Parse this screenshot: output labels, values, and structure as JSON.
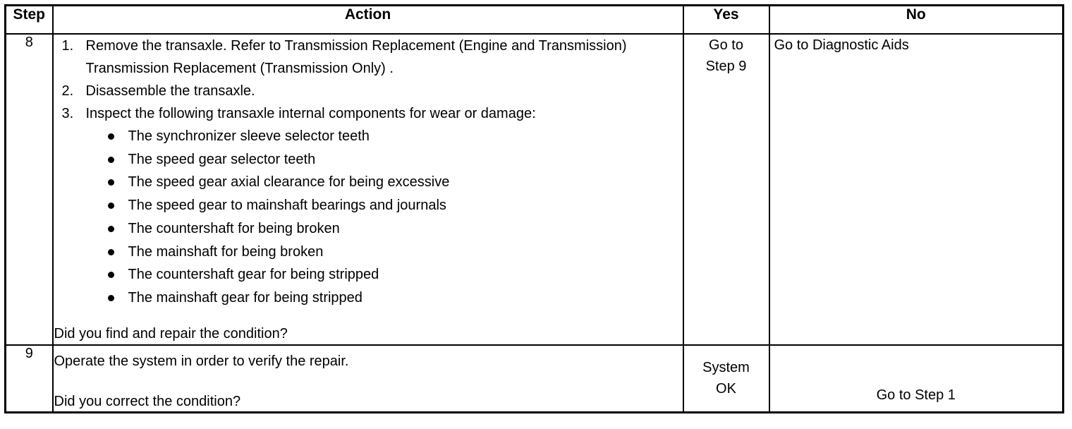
{
  "table": {
    "headers": {
      "step": "Step",
      "action": "Action",
      "yes": "Yes",
      "no": "No"
    },
    "rows": [
      {
        "step": "8",
        "numbered": [
          "Remove the transaxle. Refer to Transmission Replacement (Engine and Transmission) Transmission Replacement (Transmission Only) .",
          "Disassemble the transaxle.",
          "Inspect the following transaxle internal components for wear or damage:"
        ],
        "bullets": [
          "The synchronizer sleeve selector teeth",
          "The speed gear selector teeth",
          "The speed gear axial clearance for being excessive",
          "The speed gear to mainshaft bearings and journals",
          "The countershaft for being broken",
          "The mainshaft for being broken",
          "The countershaft gear for being stripped",
          "The mainshaft gear for being stripped"
        ],
        "question": "Did you find and repair the condition?",
        "yes_line1": "Go to",
        "yes_line2": "Step 9",
        "no": "Go to Diagnostic Aids"
      },
      {
        "step": "9",
        "action_line1": "Operate the system in order to verify the repair.",
        "question": "Did you correct the condition?",
        "yes_line1": "System",
        "yes_line2": "OK",
        "no": "Go to Step 1"
      }
    ]
  }
}
